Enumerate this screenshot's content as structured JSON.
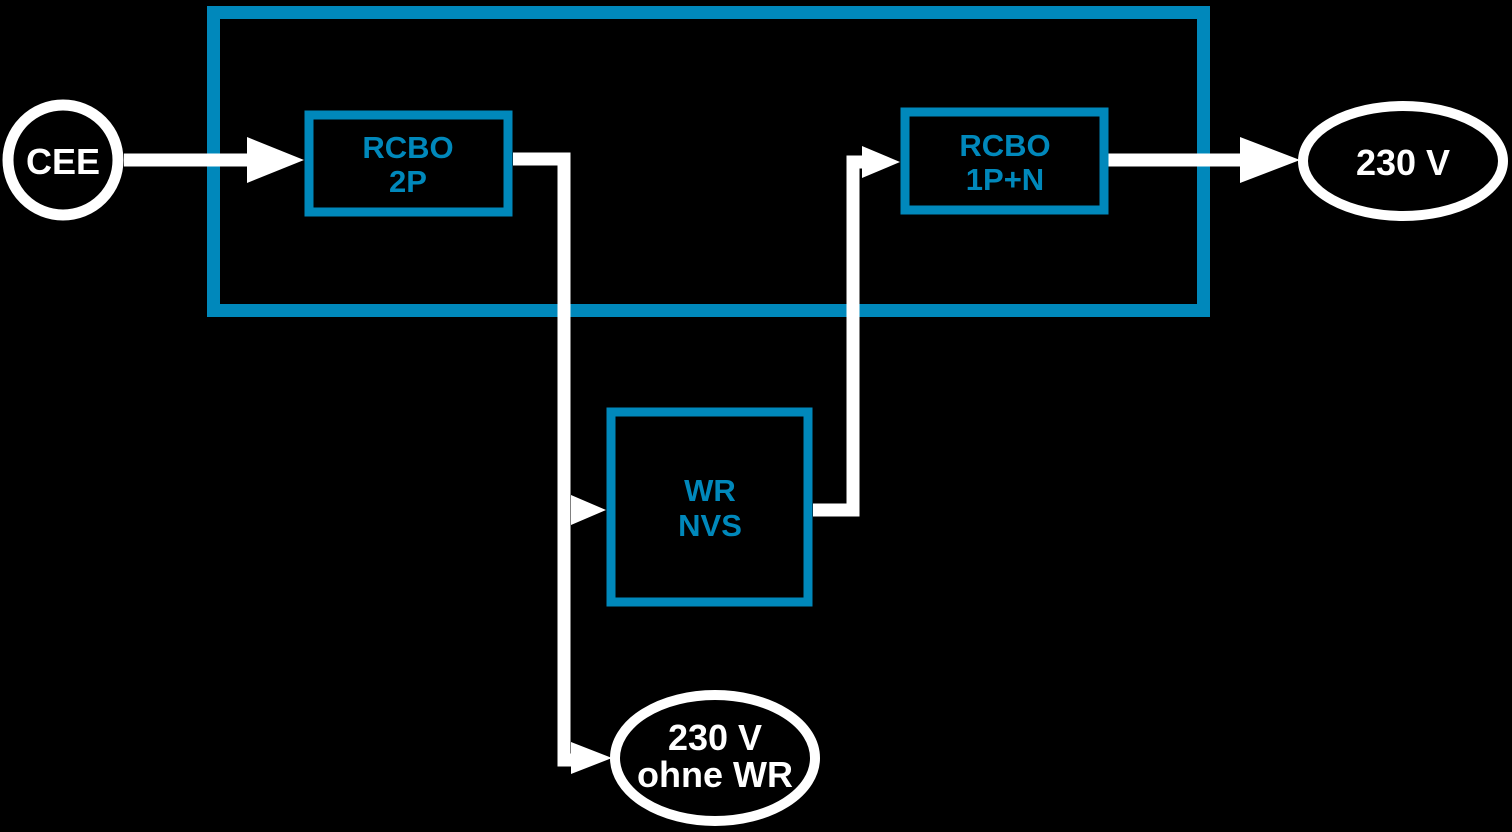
{
  "diagram": {
    "colors": {
      "background": "#000000",
      "accent": "#0088bb",
      "line": "#ffffff"
    },
    "nodes": {
      "cee": {
        "label": "CEE"
      },
      "rcbo_2p": {
        "line1": "RCBO",
        "line2": "2P"
      },
      "rcbo_1pn": {
        "line1": "RCBO",
        "line2": "1P+N"
      },
      "wr_nvs": {
        "line1": "WR",
        "line2": "NVS"
      },
      "out_230v": {
        "label": "230 V"
      },
      "out_230v_ohne_wr": {
        "line1": "230 V",
        "line2": "ohne WR"
      }
    },
    "edges": [
      {
        "from": "CEE",
        "to": "RCBO 2P"
      },
      {
        "from": "RCBO 2P",
        "to": "WR NVS"
      },
      {
        "from": "RCBO 2P",
        "to": "230 V ohne WR"
      },
      {
        "from": "WR NVS",
        "to": "RCBO 1P+N"
      },
      {
        "from": "RCBO 1P+N",
        "to": "230 V"
      }
    ]
  }
}
